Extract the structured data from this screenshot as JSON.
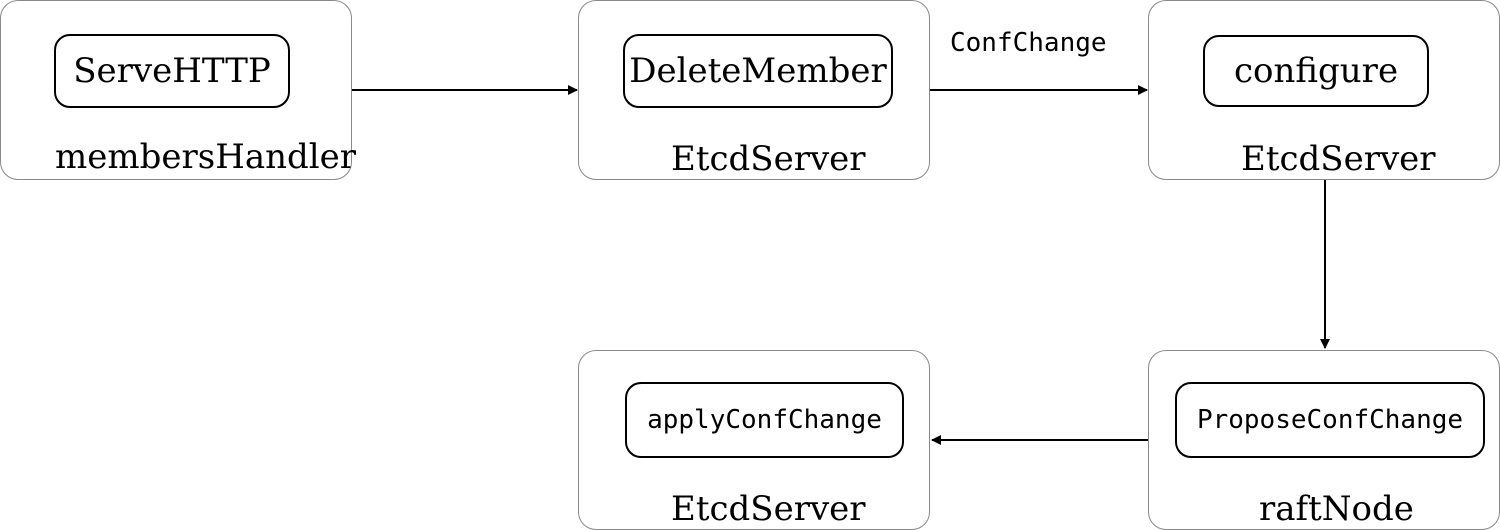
{
  "nodes": {
    "members_handler": {
      "method": "ServeHTTP",
      "owner": "membersHandler"
    },
    "delete_member": {
      "method": "DeleteMember",
      "owner": "EtcdServer"
    },
    "configure": {
      "method": "configure",
      "owner": "EtcdServer"
    },
    "propose_conf_change": {
      "method": "ProposeConfChange",
      "owner": "raftNode"
    },
    "apply_conf_change": {
      "method": "applyConfChange",
      "owner": "EtcdServer"
    }
  },
  "edges": {
    "delete_to_configure_label": "ConfChange"
  },
  "colors": {
    "line": "#000000",
    "outer_border": "#8a8a8a"
  }
}
